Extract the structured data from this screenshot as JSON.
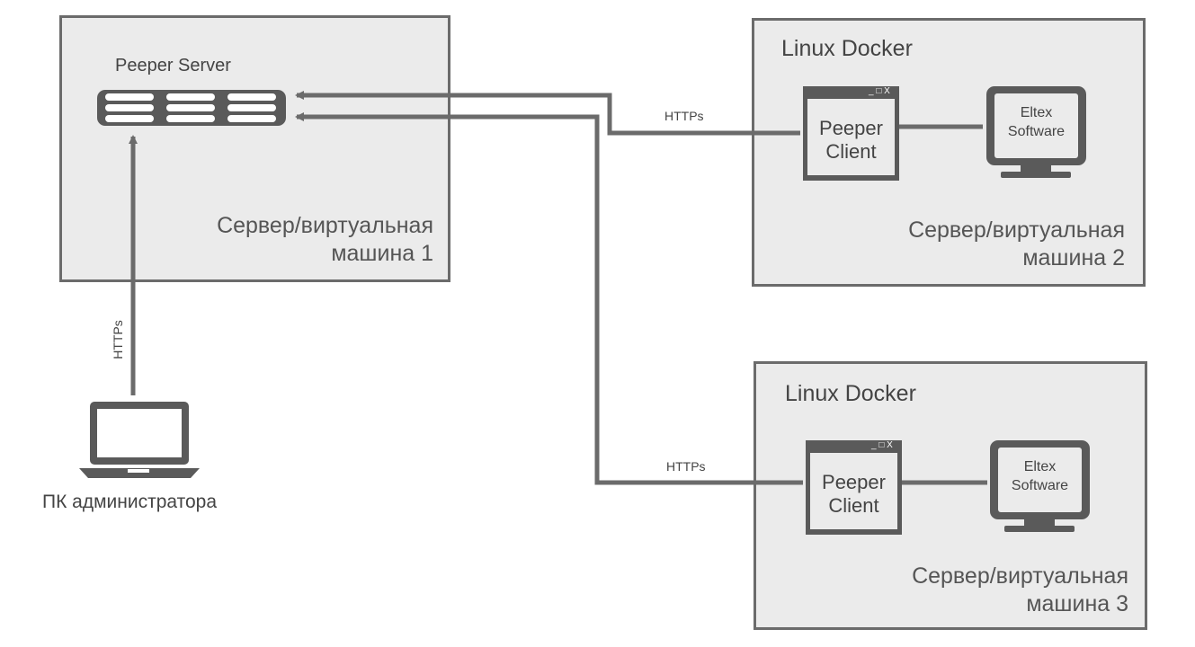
{
  "colors": {
    "box_fill": "#ebebeb",
    "box_border": "#6b6b6b",
    "line": "#6b6b6b",
    "text": "#4a4a4a"
  },
  "server1": {
    "service_label": "Peeper Server",
    "caption_line1": "Сервер/виртуальная",
    "caption_line2": "машина 1",
    "icon": "server-rack-icon"
  },
  "server2": {
    "title": "Linux Docker",
    "client_line1": "Peeper",
    "client_line2": "Client",
    "window_controls": "_ □ X",
    "software_line1": "Eltex",
    "software_line2": "Software",
    "caption_line1": "Сервер/виртуальная",
    "caption_line2": "машина 2"
  },
  "server3": {
    "title": "Linux Docker",
    "client_line1": "Peeper",
    "client_line2": "Client",
    "window_controls": "_ □ X",
    "software_line1": "Eltex",
    "software_line2": "Software",
    "caption_line1": "Сервер/виртуальная",
    "caption_line2": "машина 3"
  },
  "admin": {
    "label": "ПК администратора",
    "icon": "laptop-icon"
  },
  "connections": {
    "https_vertical": "HTTPs",
    "https_top": "HTTPs",
    "https_bottom": "HTTPs"
  }
}
